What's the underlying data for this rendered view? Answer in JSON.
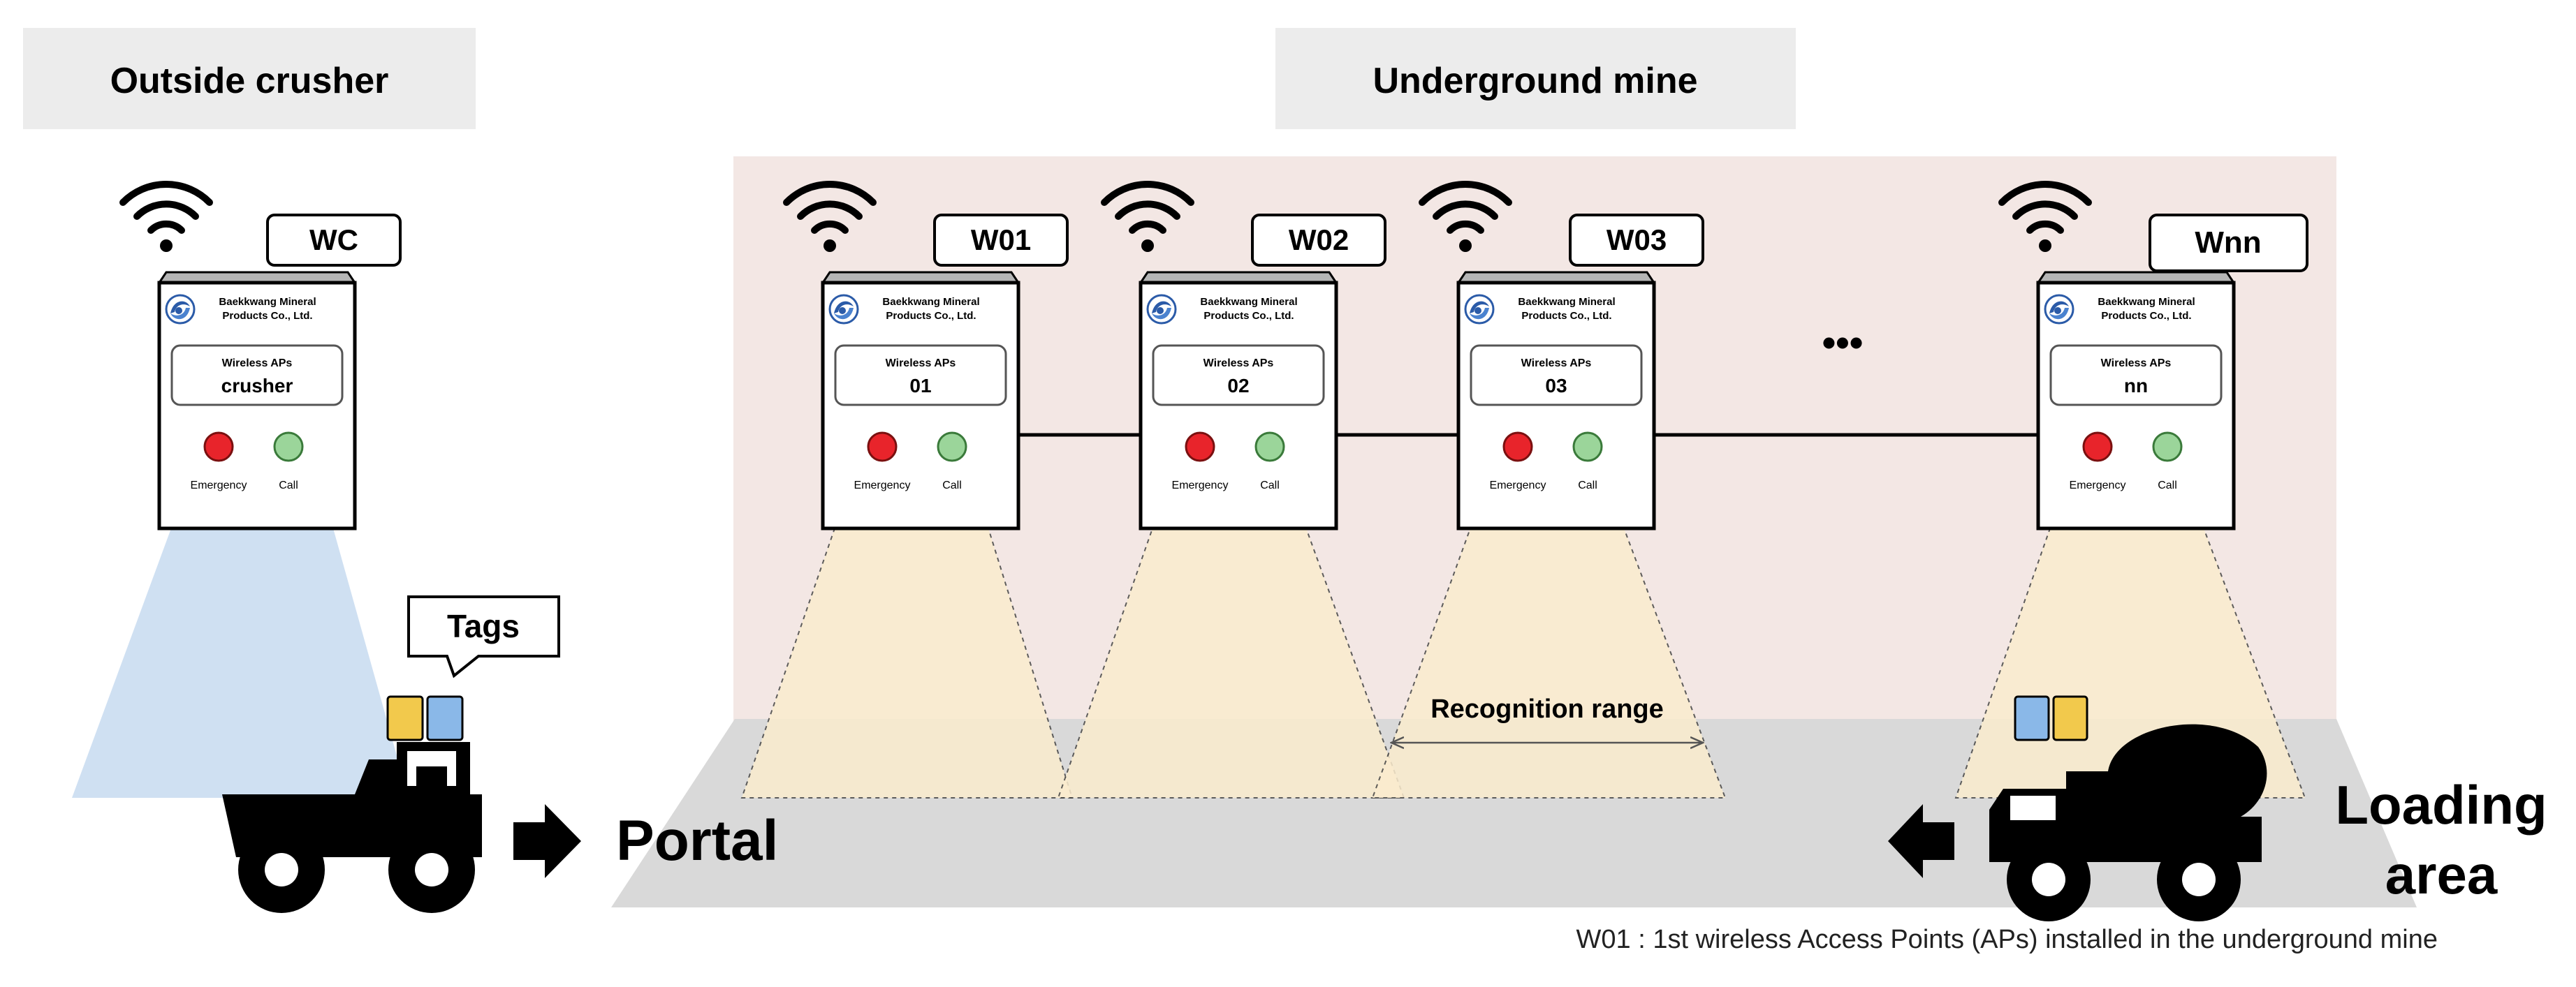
{
  "sections": {
    "outside": "Outside crusher",
    "underground": "Underground mine"
  },
  "company": {
    "line1": "Baekkwang Mineral",
    "line2": "Products Co., Ltd."
  },
  "ap_heading": "Wireless APs",
  "buttons": {
    "emergency": "Emergency",
    "call": "Call"
  },
  "access_points": [
    {
      "id": "WC",
      "name": "crusher"
    },
    {
      "id": "W01",
      "name": "01"
    },
    {
      "id": "W02",
      "name": "02"
    },
    {
      "id": "W03",
      "name": "03"
    },
    {
      "id": "Wnn",
      "name": "nn"
    }
  ],
  "ellipsis": "•••",
  "tags_label": "Tags",
  "portal_label": "Portal",
  "loading": {
    "line1": "Loading",
    "line2": "area"
  },
  "recognition_label": "Recognition range",
  "footnote": "W01 : 1st wireless Access Points (APs) installed in the underground mine",
  "colors": {
    "section_header_bg": "#ececec",
    "mine_bg": "#f3e7e4",
    "floor": "#d9d9d9",
    "wc_beam": "#cfe0f2",
    "ap_beam": "#fbecce",
    "emergency": "#e8242b",
    "call": "#9bd59a",
    "tag_yellow": "#f2c94c",
    "tag_blue": "#8ab8e8"
  }
}
